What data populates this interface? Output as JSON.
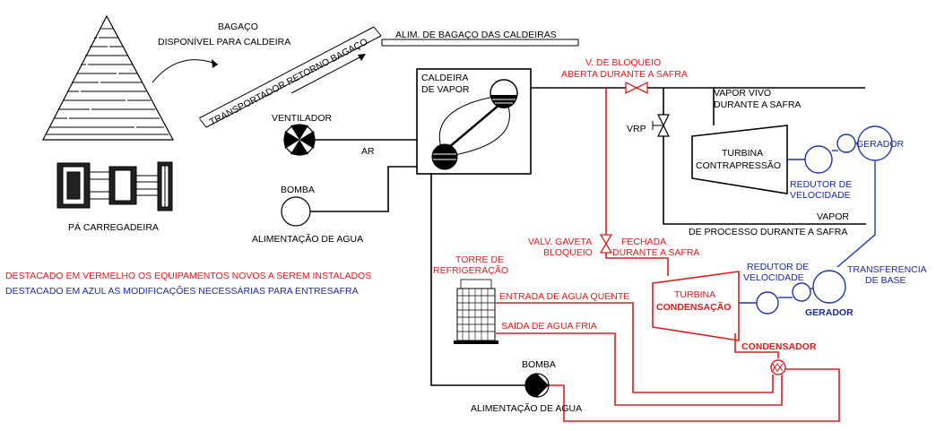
{
  "colors": {
    "black": "#000000",
    "red": "#e01b1b",
    "blue": "#1c2aa8"
  },
  "labels": {
    "bagaco_1": "BAGAÇO",
    "bagaco_2": "DISPONÍVEL PARA CALDEIRA",
    "transportador": "TRANSPORTADOR RETORNO BAGAÇO",
    "alim_bagaco": "ALIM. DE BAGAÇO DAS CALDEIRAS",
    "pa_carregadeira": "PÁ CARREGADEIRA",
    "ventilador": "VENTILADOR",
    "ar": "AR",
    "bomba_top": "BOMBA",
    "alimentacao_top": "ALIMENTAÇÃO DE AGUA",
    "caldeira_1": "CALDEIRA",
    "caldeira_2": "DE VAPOR",
    "v_bloqueio_1": "V. DE BLOQUEIO",
    "v_bloqueio_2": "ABERTA DURANTE A SAFRA",
    "vapor_vivo_1": "VAPOR VIVO",
    "vapor_vivo_2": "DURANTE A SAFRA",
    "vrp": "VRP",
    "turbina_1": "TURBINA",
    "turbina_2": "CONTRAPRESSÃO",
    "gerador_top": "GERADOR",
    "redutor_top_1": "REDUTOR DE",
    "redutor_top_2": "VELOCIDADE",
    "vapor_processo_1": "VAPOR",
    "vapor_processo_2": "DE PROCESSO DURANTE A SAFRA",
    "valv_gaveta_1": "VALV. GAVETA",
    "valv_gaveta_2": "BLOQUEIO",
    "fechada_1": "FECHADA",
    "fechada_2": "DURANTE A SAFRA",
    "torre_1": "TORRE DE",
    "torre_2": "REFRIGERAÇÃO",
    "entrada_agua": "ENTRADA DE AGUA QUENTE",
    "saida_agua": "SAÍDA DE AGUA FRIA",
    "turbina_cond_1": "TURBINA",
    "turbina_cond_2": "CONDENSAÇÃO",
    "redutor_bot_1": "REDUTOR DE",
    "redutor_bot_2": "VELOCIDADE",
    "transferencia_1": "TRANSFERENCIA",
    "transferencia_2": "DE BASE",
    "gerador_bot": "GERADOR",
    "condensador": "CONDENSADOR",
    "bomba_bot": "BOMBA",
    "alimentacao_bot": "ALIMENTAÇÃO DE AGUA",
    "legend_red": "DESTACADO EM VERMELHO OS EQUIPAMENTOS NOVOS A SEREM INSTALADOS",
    "legend_blue": "DESTACADO EM AZUL AS MODIFICAÇÕES NECESSÁRIAS PARA ENTRESAFRA"
  }
}
